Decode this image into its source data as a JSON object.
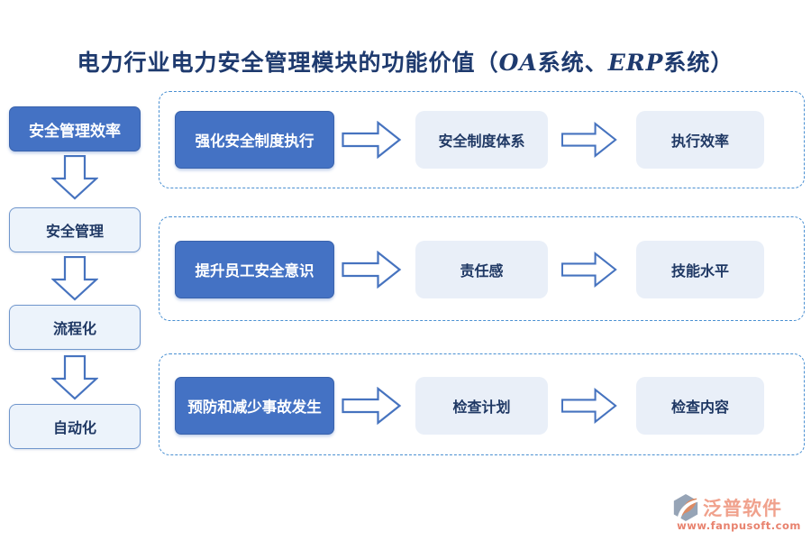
{
  "title": {
    "main": "电力行业电力安全管理模块的功能价值",
    "paren_open": "（",
    "oa": "OA",
    "sys1": "系统、",
    "erp": "ERP",
    "sys2": "系统）"
  },
  "left_flow": {
    "head": "安全管理效率",
    "steps": [
      "安全管理",
      "流程化",
      "自动化"
    ]
  },
  "rows": [
    {
      "source": "强化安全制度执行",
      "mid": "安全制度体系",
      "end": "执行效率"
    },
    {
      "source": "提升员工安全意识",
      "mid": "责任感",
      "end": "技能水平"
    },
    {
      "source": "预防和减少事故发生",
      "mid": "检查计划",
      "end": "检查内容"
    }
  ],
  "logo": {
    "name": "泛普软件",
    "url": "www.fanpusoft.com"
  },
  "icons": {
    "down_arrow": "down-arrow-icon",
    "right_arrow": "right-arrow-icon",
    "logo_mark": "fanpu-logo-icon"
  },
  "colors": {
    "accent_blue": "#4472c4",
    "light_box_fill": "#e9eff8",
    "bordered_box_fill": "#ecf3fb",
    "dashed_border": "#4a90d2",
    "title_text": "#1e3a6e",
    "logo_salmon": "#f0a18c",
    "logo_url_red": "#e8826e"
  }
}
